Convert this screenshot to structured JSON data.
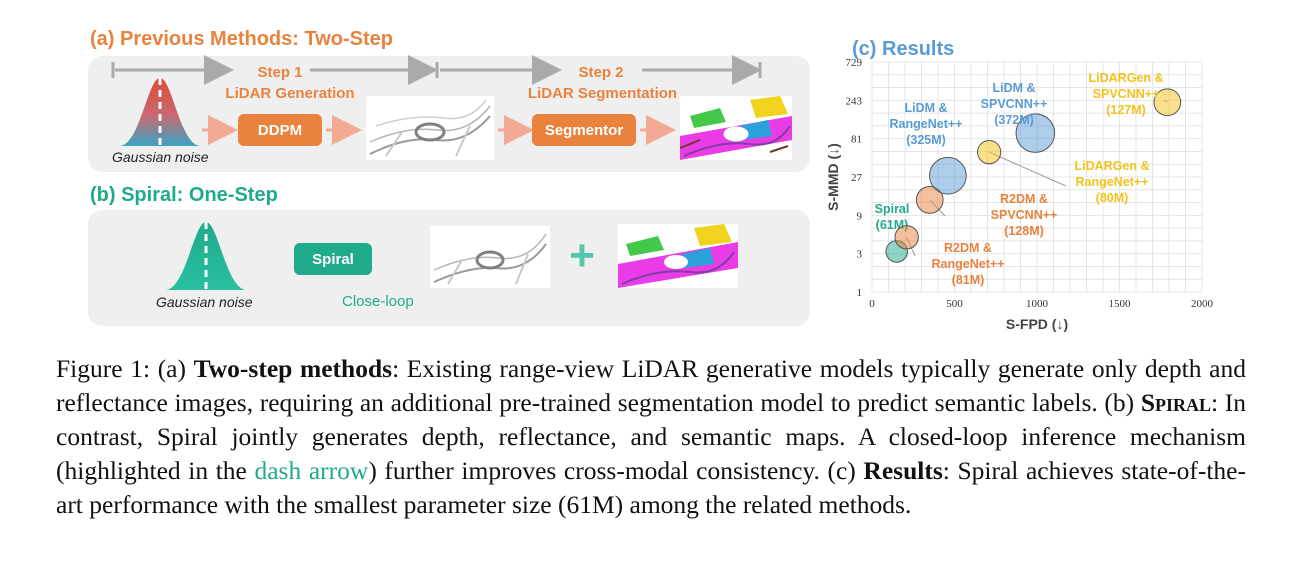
{
  "panel_a": {
    "title": "(a) Previous Methods: Two-Step",
    "step1": "Step 1",
    "step1_name": "LiDAR Generation",
    "step2": "Step 2",
    "step2_name": "LiDAR Segmentation",
    "ddpm": "DDPM",
    "segmentor": "Segmentor",
    "noise": "Gaussian noise"
  },
  "panel_b": {
    "title": "(b) Spiral: One-Step",
    "spiral": "Spiral",
    "close_loop": "Close-loop",
    "noise": "Gaussian noise",
    "plus": "+"
  },
  "colors": {
    "orange": "#e9823d",
    "teal": "#1faa8c",
    "blue": "#5b9bd5",
    "yellow": "#f2c21b"
  },
  "chart_data": {
    "type": "scatter",
    "title": "(c) Results",
    "xlabel": "S-FPD (↓)",
    "ylabel": "S-MMD (↓)",
    "x_ticks": [
      "0",
      "500",
      "1000",
      "1500",
      "2000"
    ],
    "y_ticks": [
      "1",
      "3",
      "9",
      "27",
      "81",
      "243",
      "729"
    ],
    "xlim": [
      0,
      2000
    ],
    "ylim": [
      1,
      729
    ],
    "y_scale": "log",
    "grid": true,
    "points": [
      {
        "label_lines": [
          "Spiral",
          "(61M)"
        ],
        "x": 150,
        "y": 3.2,
        "params_m": 61,
        "color": "#1faa8c"
      },
      {
        "label_lines": [
          "R2DM &",
          "RangeNet++",
          "(81M)"
        ],
        "x": 210,
        "y": 4.8,
        "params_m": 81,
        "color": "#e9823d"
      },
      {
        "label_lines": [
          "R2DM &",
          "SPVCNN++",
          "(128M)"
        ],
        "x": 350,
        "y": 14,
        "params_m": 128,
        "color": "#e9823d"
      },
      {
        "label_lines": [
          "LiDM &",
          "RangeNet++",
          "(325M)"
        ],
        "x": 460,
        "y": 28,
        "params_m": 325,
        "color": "#5b9bd5"
      },
      {
        "label_lines": [
          "LiDM &",
          "SPVCNN++",
          "(372M)"
        ],
        "x": 990,
        "y": 95,
        "params_m": 372,
        "color": "#5b9bd5"
      },
      {
        "label_lines": [
          "LiDARGen &",
          "RangeNet++",
          "(80M)"
        ],
        "x": 710,
        "y": 55,
        "params_m": 80,
        "color": "#f2c21b"
      },
      {
        "label_lines": [
          "LiDARGen &",
          "SPVCNN++",
          "(127M)"
        ],
        "x": 1790,
        "y": 230,
        "params_m": 127,
        "color": "#f2c21b"
      }
    ]
  },
  "caption": {
    "label": "Figure 1: (a) ",
    "b1": "Two-step methods",
    "t1": ": Existing range-view LiDAR generative models typically generate only depth and reflectance images, requiring an additional pre-trained segmentation model to predict semantic labels. (b) ",
    "sc": "Spiral",
    "t2": ": In contrast, Spiral jointly generates depth, reflectance, and semantic maps. A closed-loop inference mechanism (highlighted in the ",
    "link": "dash arrow",
    "t3": ") further improves cross-modal consistency. (c) ",
    "b2": "Results",
    "t4": ": Spiral achieves state-of-the-art performance with the smallest parameter size (61M) among the related methods."
  }
}
